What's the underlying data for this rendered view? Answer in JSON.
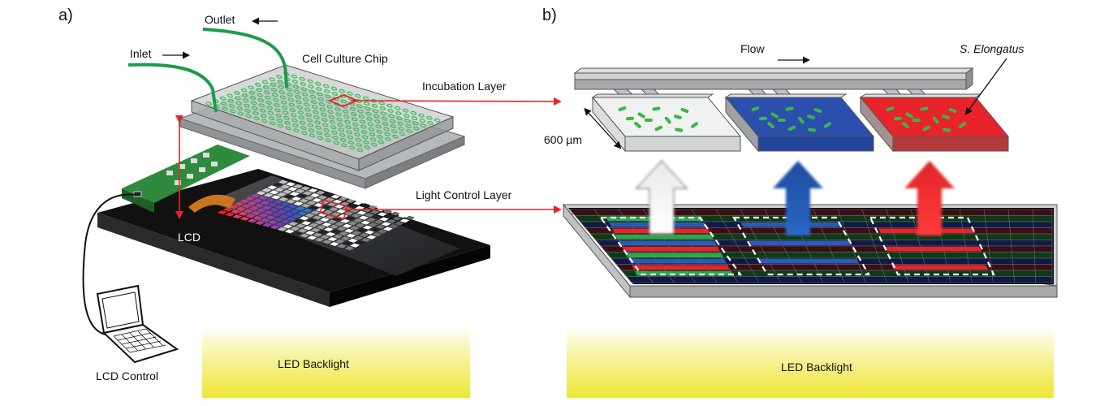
{
  "panel_a": {
    "label": "a)",
    "labels": {
      "outlet": "Outlet",
      "inlet": "Inlet",
      "chip": "Cell Culture Chip",
      "incubation": "Incubation Layer",
      "light_control": "Light Control Layer",
      "lcd": "LCD",
      "lcd_control": "LCD Control",
      "backlight": "LED Backlight"
    }
  },
  "panel_b": {
    "label": "b)",
    "labels": {
      "flow": "Flow",
      "organism": "S. Elongatus",
      "dimension": "600 µm",
      "backlight": "LED Backlight"
    },
    "wells": [
      {
        "color": "white",
        "fill": "#f2f2f2"
      },
      {
        "color": "blue",
        "fill": "#2c4fae"
      },
      {
        "color": "red",
        "fill": "#e8232a"
      }
    ]
  },
  "colors": {
    "accent_red": "#e8232a",
    "chip_green": "#1e9a4a",
    "blue": "#2c5bb4",
    "gray_frame": "#b9bcbf",
    "backlight_yellow": "#f2ec3a"
  }
}
